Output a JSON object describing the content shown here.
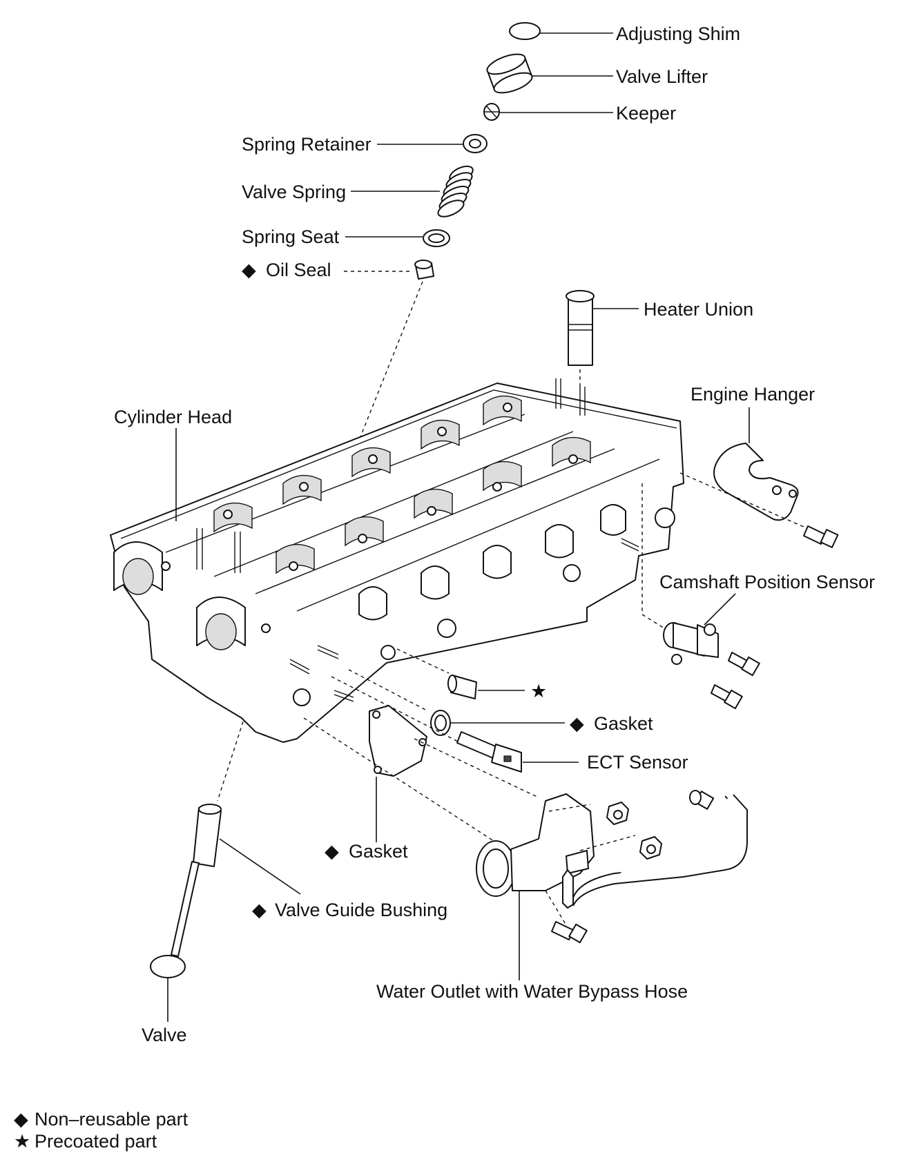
{
  "labels": {
    "adjusting_shim": "Adjusting Shim",
    "valve_lifter": "Valve Lifter",
    "keeper": "Keeper",
    "spring_retainer": "Spring Retainer",
    "valve_spring": "Valve Spring",
    "spring_seat": "Spring Seat",
    "oil_seal": "Oil Seal",
    "heater_union": "Heater Union",
    "cylinder_head": "Cylinder Head",
    "engine_hanger": "Engine Hanger",
    "camshaft_position_sensor": "Camshaft Position Sensor",
    "gasket_ect": "Gasket",
    "ect_sensor": "ECT Sensor",
    "gasket_outlet": "Gasket",
    "valve_guide_bushing": "Valve Guide Bushing",
    "valve": "Valve",
    "water_outlet": "Water Outlet with Water Bypass Hose"
  },
  "symbols": {
    "non_reusable": "◆",
    "precoated": "★"
  },
  "legend": {
    "non_reusable": "Non–reusable part",
    "precoated": "Precoated part"
  }
}
